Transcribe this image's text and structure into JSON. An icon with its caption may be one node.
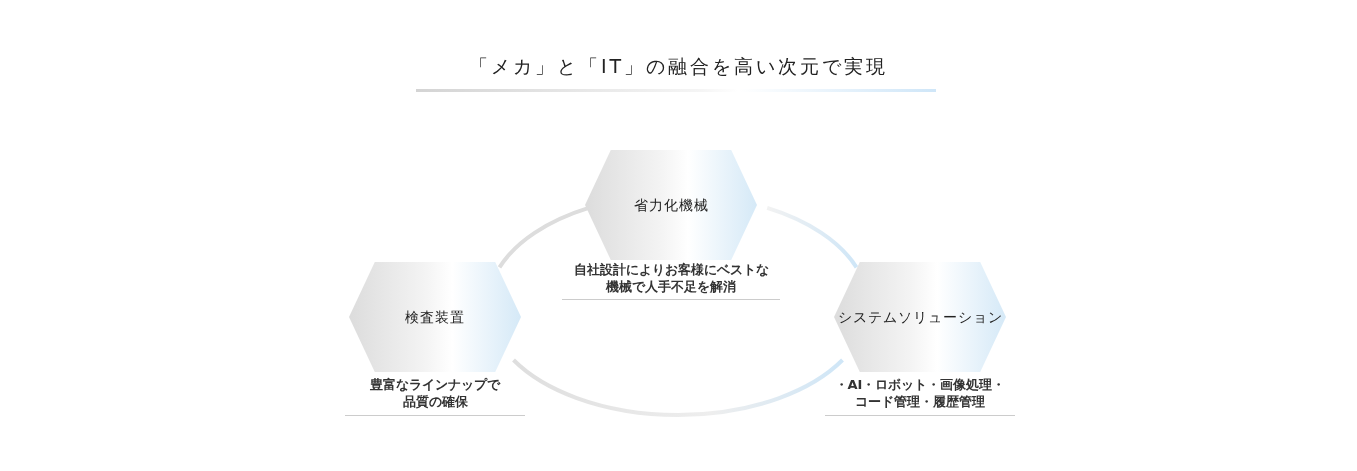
{
  "diagram": {
    "title": "「メカ」と「IT」の融合を高い次元で実現",
    "nodes": [
      {
        "text": [
          "省力化機械"
        ],
        "beside": [
          "自社設計によりお客様にベストな機械で人手不足を解消"
        ]
      },
      {
        "text": [
          "検査装置"
        ],
        "beside": [
          "豊富なラインナップで品質の確保"
        ]
      },
      {
        "text": [
          "システムソリューション"
        ],
        "beside": [
          "・AI・ロボット・画像処理・コード管理・履歴管理"
        ]
      }
    ],
    "edges": [
      {
        "from": 1,
        "to": 0,
        "arrow": "none"
      },
      {
        "from": 0,
        "to": 2,
        "arrow": "none"
      },
      {
        "from": 1,
        "to": 2,
        "arrow": "none"
      }
    ]
  }
}
